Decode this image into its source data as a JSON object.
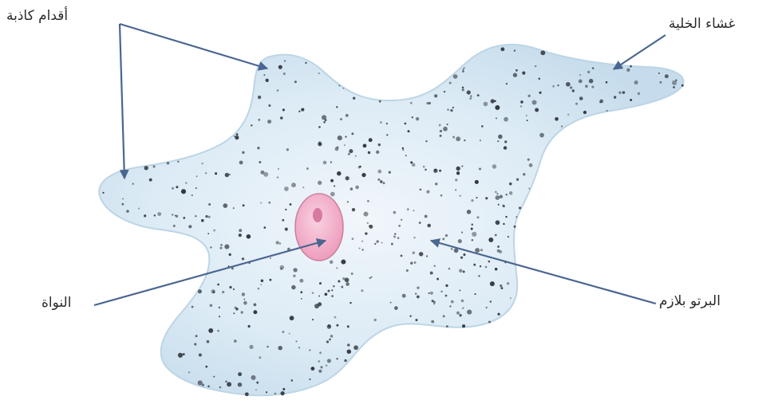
{
  "labels": {
    "pseudopods": "أقدام كاذبة",
    "membrane": "غشاء الخلية",
    "nucleus": "النواة",
    "protoplasm": "البرتو بلازم"
  },
  "colors": {
    "cytoplasm": "#cfe4f1",
    "cytoplasm_edge": "#bcd5e6",
    "nucleus": "#f3b6cc",
    "nucleus_edge": "#c97f9d",
    "nucleolus": "#d77aa0",
    "arrow": "#4a6690",
    "granule": "#2a2f36"
  },
  "icons": [
    "arrow-icon"
  ]
}
